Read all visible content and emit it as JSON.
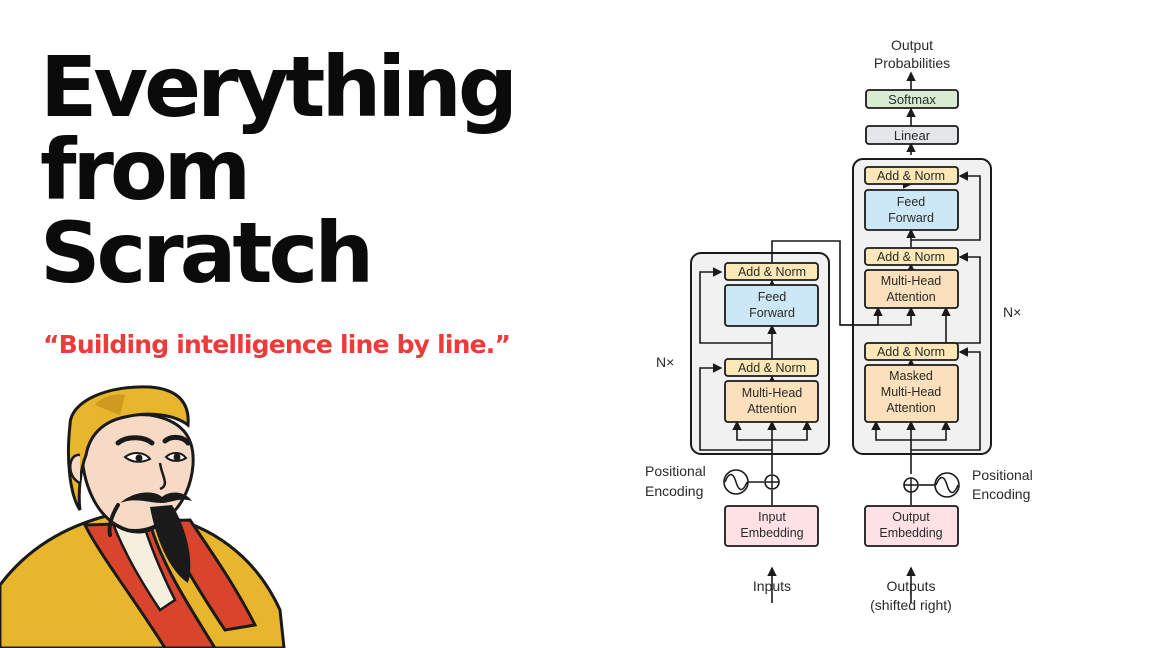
{
  "slide": {
    "title_lines": [
      "Everything",
      "from",
      "Scratch"
    ],
    "tagline": "“Building intelligence line by line.”"
  },
  "diagram": {
    "output_probabilities": [
      "Output",
      "Probabilities"
    ],
    "softmax": "Softmax",
    "linear": "Linear",
    "encoder": {
      "add_norm": "Add & Norm",
      "feed_forward": [
        "Feed",
        "Forward"
      ],
      "multi_head_attention": [
        "Multi-Head",
        "Attention"
      ],
      "repeat": "N×"
    },
    "decoder": {
      "add_norm": "Add & Norm",
      "feed_forward": [
        "Feed",
        "Forward"
      ],
      "multi_head_attention": [
        "Multi-Head",
        "Attention"
      ],
      "masked_multi_head_attention": [
        "Masked",
        "Multi-Head",
        "Attention"
      ],
      "repeat": "N×"
    },
    "positional_encoding": [
      "Positional",
      "Encoding"
    ],
    "input_embedding": [
      "Input",
      "Embedding"
    ],
    "output_embedding": [
      "Output",
      "Embedding"
    ],
    "inputs": "Inputs",
    "outputs": [
      "Outputs",
      "(shifted right)"
    ],
    "colors": {
      "add_norm": "#fbe8b6",
      "attention": "#fbe0bb",
      "feed_forward": "#cce8f6",
      "embedding": "#fde1e4",
      "linear": "#e4e6ea",
      "softmax": "#d8ecd2",
      "stack": "#f1f1f1"
    }
  }
}
